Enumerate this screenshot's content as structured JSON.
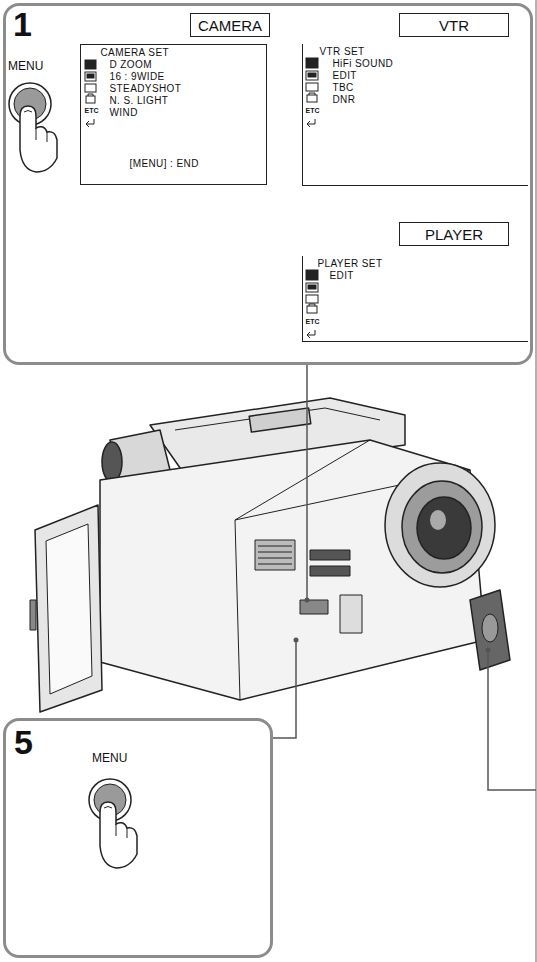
{
  "diagram": {
    "nodes": [
      {
        "text": [
          "1"
        ]
      },
      {
        "text": [
          "CAMERA"
        ],
        "in": 0
      },
      {
        "text": [
          "VTR"
        ],
        "in": 0
      },
      {
        "text": [
          "PLAYER"
        ],
        "in": 0
      },
      {
        "text": [
          "CAMERA SET",
          "D ZOOM",
          "16 : 9WIDE",
          "STEADYSHOT",
          "N. S. LIGHT",
          "WIND",
          "ETC",
          "[MENU] : END"
        ],
        "in": 0
      },
      {
        "text": [
          "VTR SET",
          "HiFi SOUND",
          "EDIT",
          "TBC",
          "DNR",
          "ETC"
        ],
        "in": 0
      },
      {
        "text": [
          "PLAYER SET",
          "EDIT",
          "ETC"
        ],
        "in": 0
      },
      {
        "text": [
          "5"
        ]
      }
    ],
    "labels": [
      "MENU",
      "MENU"
    ]
  }
}
